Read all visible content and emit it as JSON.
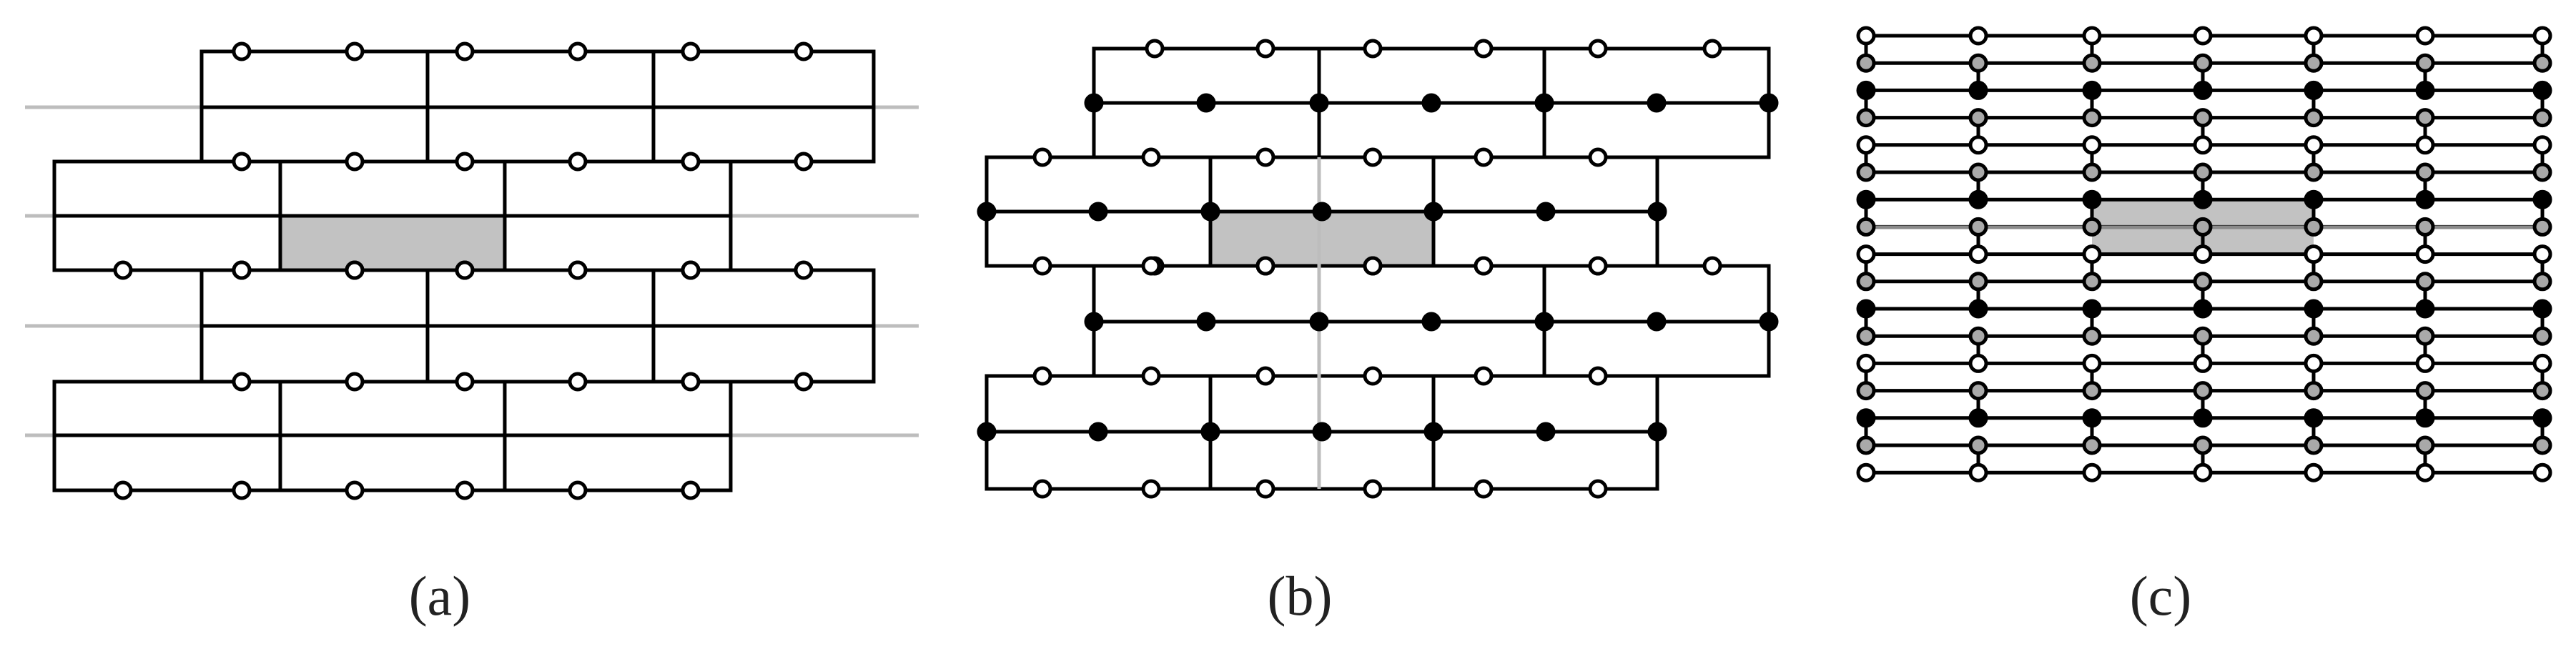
{
  "panels": [
    {
      "id": "a",
      "caption": "(a)"
    },
    {
      "id": "b",
      "caption": "(b)"
    },
    {
      "id": "c",
      "caption": "(c)"
    }
  ],
  "colors": {
    "line": "#000000",
    "guide_line": "#bdbdbd",
    "highlight_fill": "#c2c2c2",
    "node_open": "#ffffff",
    "node_filled": "#000000",
    "node_gray": "#a9a9a9"
  }
}
